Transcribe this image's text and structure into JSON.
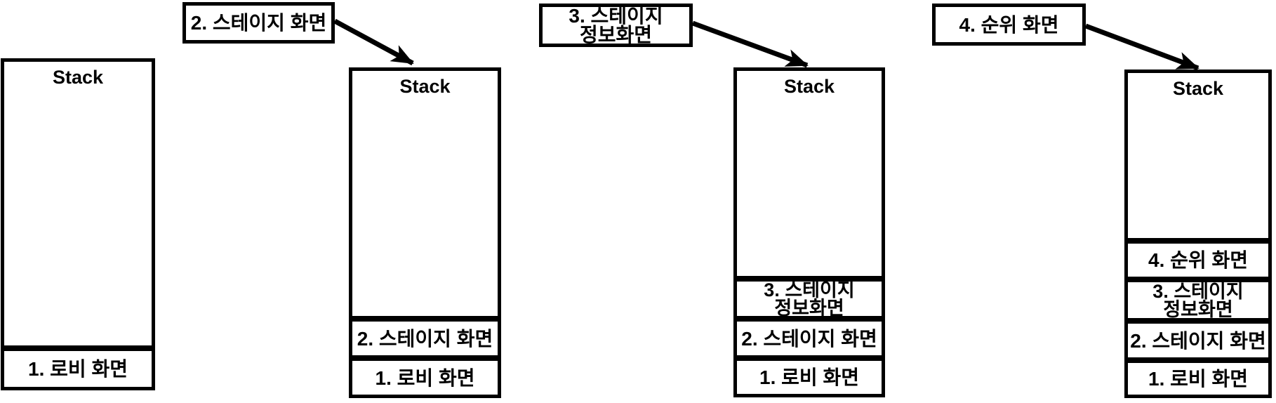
{
  "colors": {
    "ink": "#000000",
    "paper": "#ffffff"
  },
  "stacks": [
    {
      "title": "Stack",
      "cells": [
        {
          "lines": [
            "1. 로비 화면"
          ]
        }
      ]
    },
    {
      "title": "Stack",
      "cells": [
        {
          "lines": [
            "2. 스테이지 화면"
          ]
        },
        {
          "lines": [
            "1. 로비 화면"
          ]
        }
      ]
    },
    {
      "title": "Stack",
      "cells": [
        {
          "lines": [
            "3. 스테이지",
            "정보화면"
          ]
        },
        {
          "lines": [
            "2. 스테이지 화면"
          ]
        },
        {
          "lines": [
            "1. 로비 화면"
          ]
        }
      ]
    },
    {
      "title": "Stack",
      "cells": [
        {
          "lines": [
            "4. 순위 화면"
          ]
        },
        {
          "lines": [
            "3. 스테이지",
            "정보화면"
          ]
        },
        {
          "lines": [
            "2. 스테이지 화면"
          ]
        },
        {
          "lines": [
            "1. 로비 화면"
          ]
        }
      ]
    }
  ],
  "labels": [
    {
      "lines": [
        "2. 스테이지 화면"
      ]
    },
    {
      "lines": [
        "3. 스테이지",
        "정보화면"
      ]
    },
    {
      "lines": [
        "4. 순위 화면"
      ]
    }
  ]
}
